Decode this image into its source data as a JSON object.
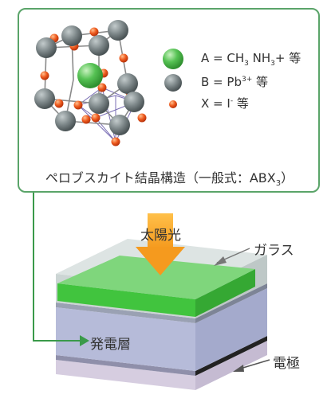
{
  "crystal": {
    "caption_main": "ペロブスカイト結晶構造（一般式：ABX",
    "caption_sub": "3",
    "caption_end": "）"
  },
  "legend": {
    "a_prefix": "A = CH",
    "a_sub1": "3",
    "a_mid": " NH",
    "a_sub2": "3",
    "a_suffix": "+  等",
    "b_prefix": "B = Pb",
    "b_sup": "3+",
    "b_suffix": "  等",
    "x_prefix": "X = I",
    "x_sup": "-",
    "x_suffix": "  等"
  },
  "device": {
    "sunlight_label": "太陽光",
    "glass_label": "ガラス",
    "layer_label": "発電層",
    "electrode_label": "電極"
  },
  "colors": {
    "frame_green": "#5aa469",
    "site_a_green": "#3fb04a",
    "site_b_gray": "#6f7b7d",
    "site_x_orange": "#e8501c",
    "arrow_orange": "#f5a623",
    "cell_blue": "#b9bedb",
    "electrode_black": "#222222"
  }
}
